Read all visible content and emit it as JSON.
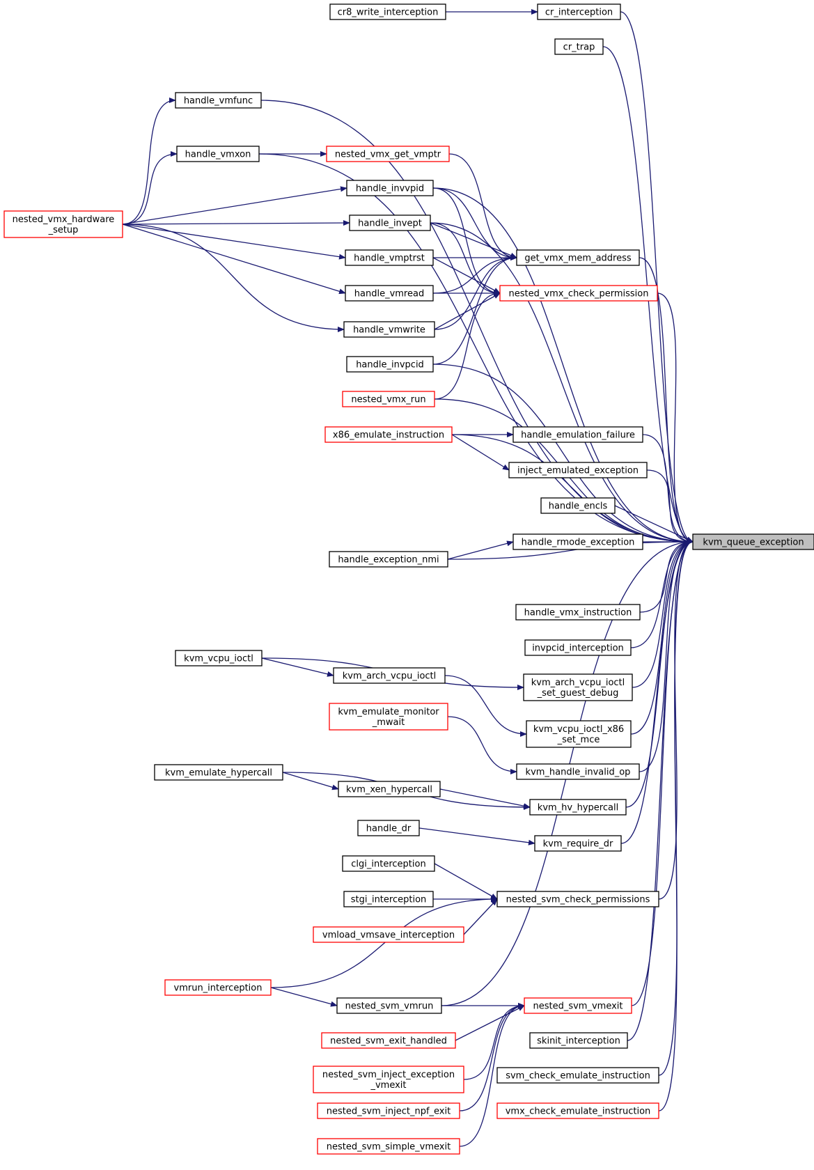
{
  "colors": {
    "edge": "#191970",
    "border_default": "#000000",
    "border_truncated": "#ff0000",
    "fill_default": "#ffffff",
    "fill_root": "#bfbfbf"
  },
  "nodes": {
    "kvm_queue_exception": {
      "lines": [
        "kvm_queue_exception"
      ],
      "style": "root"
    },
    "cr_interception": {
      "lines": [
        "cr_interception"
      ],
      "style": "normal"
    },
    "cr8_write_interception": {
      "lines": [
        "cr8_write_interception"
      ],
      "style": "normal"
    },
    "cr_trap": {
      "lines": [
        "cr_trap"
      ],
      "style": "normal"
    },
    "handle_vmfunc": {
      "lines": [
        "handle_vmfunc"
      ],
      "style": "normal"
    },
    "handle_vmxon": {
      "lines": [
        "handle_vmxon"
      ],
      "style": "normal"
    },
    "nested_vmx_get_vmptr": {
      "lines": [
        "nested_vmx_get_vmptr"
      ],
      "style": "truncated"
    },
    "nested_vmx_hardware_setup": {
      "lines": [
        "nested_vmx_hardware",
        "_setup"
      ],
      "style": "truncated"
    },
    "handle_invvpid": {
      "lines": [
        "handle_invvpid"
      ],
      "style": "normal"
    },
    "handle_invept": {
      "lines": [
        "handle_invept"
      ],
      "style": "normal"
    },
    "handle_vmptrst": {
      "lines": [
        "handle_vmptrst"
      ],
      "style": "normal"
    },
    "handle_vmread": {
      "lines": [
        "handle_vmread"
      ],
      "style": "normal"
    },
    "handle_vmwrite": {
      "lines": [
        "handle_vmwrite"
      ],
      "style": "normal"
    },
    "handle_invpcid": {
      "lines": [
        "handle_invpcid"
      ],
      "style": "normal"
    },
    "nested_vmx_run": {
      "lines": [
        "nested_vmx_run"
      ],
      "style": "truncated"
    },
    "get_vmx_mem_address": {
      "lines": [
        "get_vmx_mem_address"
      ],
      "style": "normal"
    },
    "nested_vmx_check_permission": {
      "lines": [
        "nested_vmx_check_permission"
      ],
      "style": "truncated"
    },
    "x86_emulate_instruction": {
      "lines": [
        "x86_emulate_instruction"
      ],
      "style": "truncated"
    },
    "handle_emulation_failure": {
      "lines": [
        "handle_emulation_failure"
      ],
      "style": "normal"
    },
    "inject_emulated_exception": {
      "lines": [
        "inject_emulated_exception"
      ],
      "style": "normal"
    },
    "handle_encls": {
      "lines": [
        "handle_encls"
      ],
      "style": "normal"
    },
    "handle_rmode_exception": {
      "lines": [
        "handle_rmode_exception"
      ],
      "style": "normal"
    },
    "handle_exception_nmi": {
      "lines": [
        "handle_exception_nmi"
      ],
      "style": "normal"
    },
    "handle_vmx_instruction": {
      "lines": [
        "handle_vmx_instruction"
      ],
      "style": "normal"
    },
    "invpcid_interception": {
      "lines": [
        "invpcid_interception"
      ],
      "style": "normal"
    },
    "kvm_vcpu_ioctl": {
      "lines": [
        "kvm_vcpu_ioctl"
      ],
      "style": "normal"
    },
    "kvm_arch_vcpu_ioctl": {
      "lines": [
        "kvm_arch_vcpu_ioctl"
      ],
      "style": "normal"
    },
    "kvm_arch_vcpu_ioctl_set_guest_debug": {
      "lines": [
        "kvm_arch_vcpu_ioctl",
        "_set_guest_debug"
      ],
      "style": "normal"
    },
    "kvm_emulate_monitor_mwait": {
      "lines": [
        "kvm_emulate_monitor",
        "_mwait"
      ],
      "style": "truncated"
    },
    "kvm_vcpu_ioctl_x86_set_mce": {
      "lines": [
        "kvm_vcpu_ioctl_x86",
        "_set_mce"
      ],
      "style": "normal"
    },
    "kvm_handle_invalid_op": {
      "lines": [
        "kvm_handle_invalid_op"
      ],
      "style": "normal"
    },
    "kvm_emulate_hypercall": {
      "lines": [
        "kvm_emulate_hypercall"
      ],
      "style": "normal"
    },
    "kvm_xen_hypercall": {
      "lines": [
        "kvm_xen_hypercall"
      ],
      "style": "normal"
    },
    "kvm_hv_hypercall": {
      "lines": [
        "kvm_hv_hypercall"
      ],
      "style": "normal"
    },
    "handle_dr": {
      "lines": [
        "handle_dr"
      ],
      "style": "normal"
    },
    "kvm_require_dr": {
      "lines": [
        "kvm_require_dr"
      ],
      "style": "normal"
    },
    "clgi_interception": {
      "lines": [
        "clgi_interception"
      ],
      "style": "normal"
    },
    "stgi_interception": {
      "lines": [
        "stgi_interception"
      ],
      "style": "normal"
    },
    "vmload_vmsave_interception": {
      "lines": [
        "vmload_vmsave_interception"
      ],
      "style": "truncated"
    },
    "nested_svm_check_permissions": {
      "lines": [
        "nested_svm_check_permissions"
      ],
      "style": "normal"
    },
    "vmrun_interception": {
      "lines": [
        "vmrun_interception"
      ],
      "style": "truncated"
    },
    "nested_svm_vmrun": {
      "lines": [
        "nested_svm_vmrun"
      ],
      "style": "normal"
    },
    "nested_svm_vmexit": {
      "lines": [
        "nested_svm_vmexit"
      ],
      "style": "truncated"
    },
    "nested_svm_exit_handled": {
      "lines": [
        "nested_svm_exit_handled"
      ],
      "style": "truncated"
    },
    "skinit_interception": {
      "lines": [
        "skinit_interception"
      ],
      "style": "normal"
    },
    "nested_svm_inject_exception_vmexit": {
      "lines": [
        "nested_svm_inject_exception",
        "_vmexit"
      ],
      "style": "truncated"
    },
    "svm_check_emulate_instruction": {
      "lines": [
        "svm_check_emulate_instruction"
      ],
      "style": "normal"
    },
    "nested_svm_inject_npf_exit": {
      "lines": [
        "nested_svm_inject_npf_exit"
      ],
      "style": "truncated"
    },
    "vmx_check_emulate_instruction": {
      "lines": [
        "vmx_check_emulate_instruction"
      ],
      "style": "truncated"
    },
    "nested_svm_simple_vmexit": {
      "lines": [
        "nested_svm_simple_vmexit"
      ],
      "style": "truncated"
    }
  }
}
